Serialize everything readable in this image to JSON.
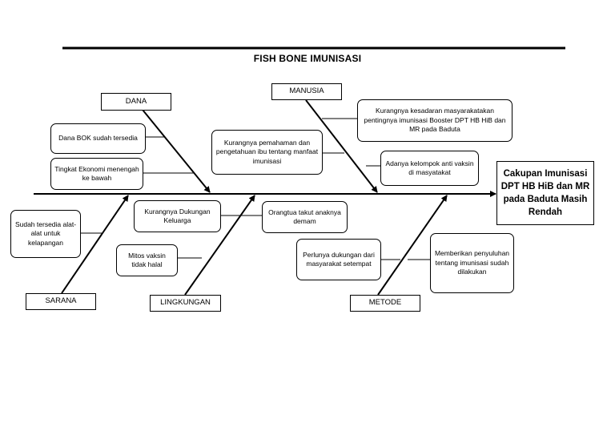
{
  "title": "FISH BONE IMUNISASI",
  "effect": "Cakupan Imunisasi DPT HB HiB dan MR pada Baduta Masih Rendah",
  "categories": {
    "dana": "DANA",
    "manusia": "MANUSIA",
    "sarana": "SARANA",
    "lingkungan": "LINGKUNGAN",
    "metode": "METODE"
  },
  "causes": {
    "dana_1": "Dana BOK sudah tersedia",
    "dana_2": "Tingkat Ekonomi menengah ke bawah",
    "manusia_1": "Kurangnya pemahaman dan pengetahuan ibu tentang manfaat imunisasi",
    "manusia_2": "Kurangnya kesadaran masyarakatakan pentingnya imunisasi Booster DPT HB HiB dan MR pada Baduta",
    "manusia_3": "Adanya kelompok anti vaksin di masyatakat",
    "sarana_1": "Sudah tersedia alat-alat untuk kelapangan",
    "lingkungan_1": "Kurangnya Dukungan Keluarga",
    "lingkungan_2": "Mitos vaksin tidak halal",
    "lingkungan_3": "Orangtua takut anaknya demam",
    "metode_1": "Perlunya dukungan dari masyarakat setempat",
    "metode_2": "Memberikan penyuluhan tentang imunisasi sudah dilakukan"
  }
}
